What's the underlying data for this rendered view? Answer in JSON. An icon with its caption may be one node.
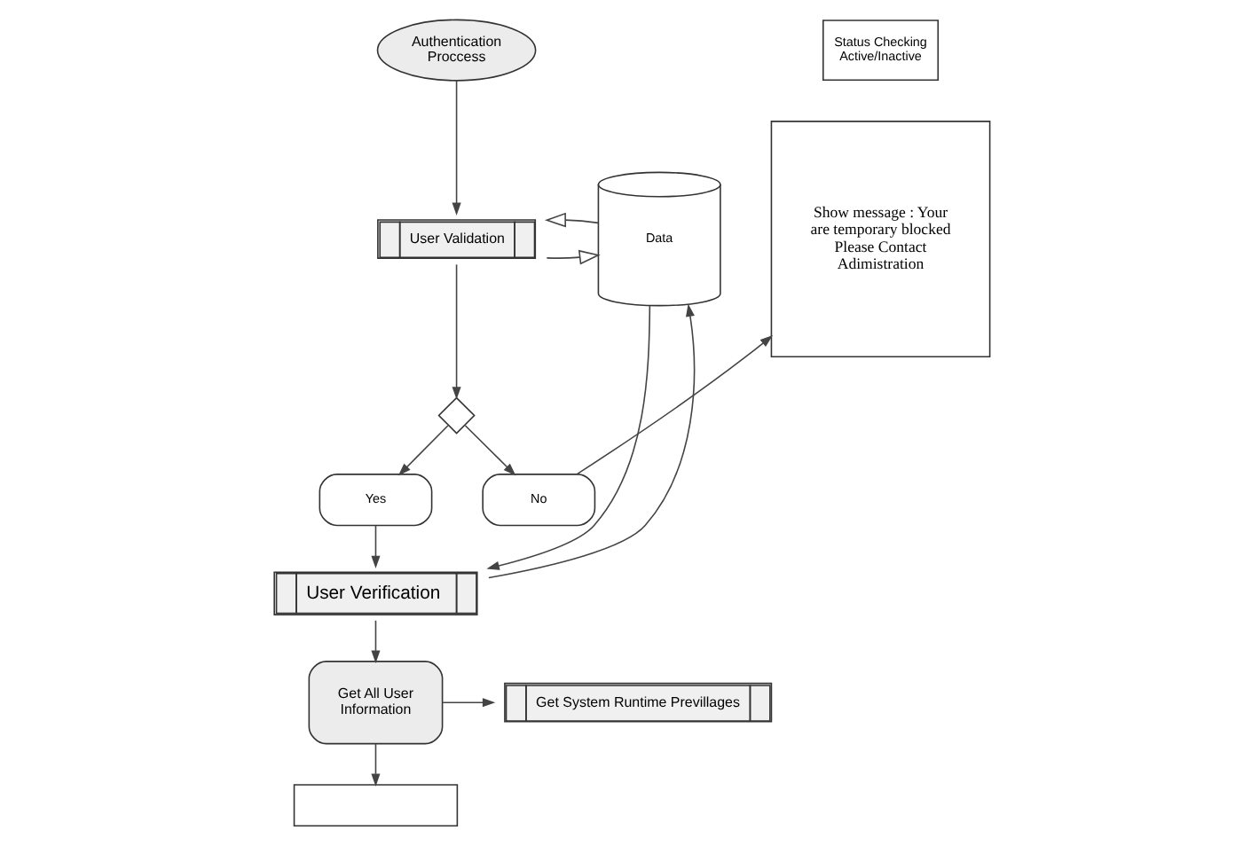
{
  "diagram": {
    "nodes": [
      {
        "text": [
          "Authentication Proccess"
        ]
      },
      {
        "text": [
          "Status Checking Active/Inactive"
        ]
      },
      {
        "text": [
          "Show message : Your are temporary blocked Please Contact Adimistration"
        ]
      },
      {
        "text": [
          "Data"
        ]
      },
      {
        "text": [
          "User Validation"
        ]
      },
      {
        "text": [],
        "shape": "diamond"
      },
      {
        "text": [
          "Yes"
        ]
      },
      {
        "text": [
          "No"
        ]
      },
      {
        "text": [
          "User Verification"
        ]
      },
      {
        "text": [
          "Get All User Information"
        ]
      },
      {
        "text": [
          "Get System Runtime Previllages"
        ]
      },
      {
        "text": [],
        "shape": "box"
      }
    ],
    "edges": [
      {
        "from": 0,
        "to": 4,
        "arrow": "to"
      },
      {
        "from": 4,
        "to": 3,
        "arrow": "to"
      },
      {
        "from": 3,
        "to": 4,
        "arrow": "to"
      },
      {
        "from": 4,
        "to": 5,
        "arrow": "to"
      },
      {
        "from": 5,
        "to": 6,
        "arrow": "to"
      },
      {
        "from": 5,
        "to": 7,
        "arrow": "to"
      },
      {
        "from": 7,
        "to": 2,
        "arrow": "to"
      },
      {
        "from": 6,
        "to": 8,
        "arrow": "to"
      },
      {
        "from": 8,
        "to": 3,
        "arrow": "to"
      },
      {
        "from": 3,
        "to": 8,
        "arrow": "to"
      },
      {
        "from": 8,
        "to": 9,
        "arrow": "to"
      },
      {
        "from": 9,
        "to": 10,
        "arrow": "to"
      },
      {
        "from": 9,
        "to": 11,
        "arrow": "to"
      }
    ]
  }
}
